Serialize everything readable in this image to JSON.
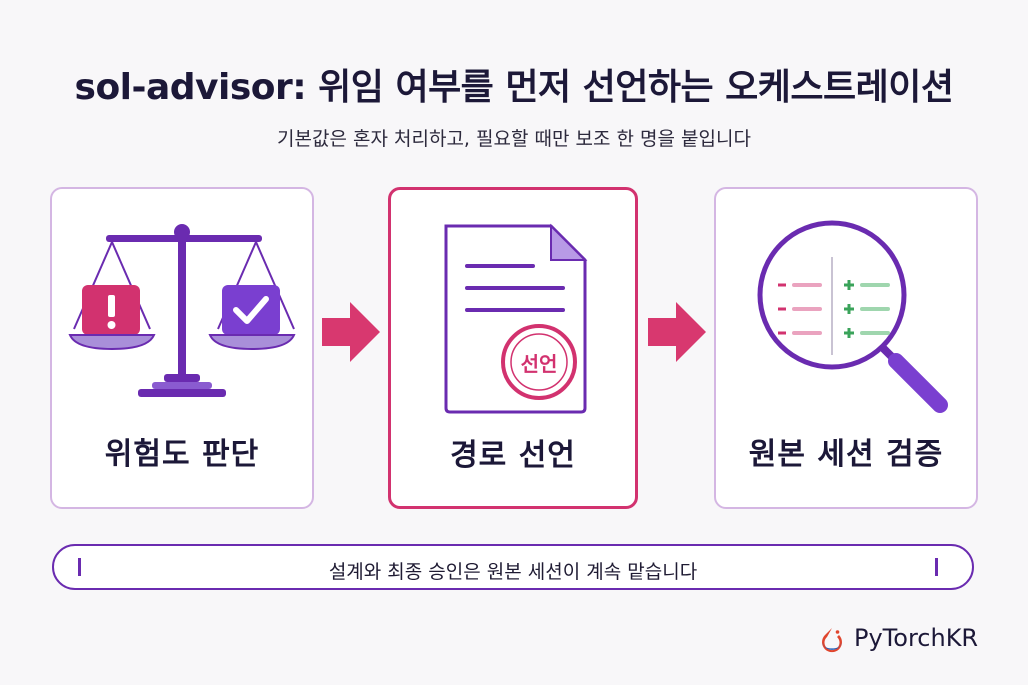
{
  "header": {
    "title": "sol-advisor: 위임 여부를 먼저 선언하는 오케스트레이션",
    "subtitle": "기본값은 혼자 처리하고, 필요할 때만 보조 한 명을 붙입니다"
  },
  "steps": [
    {
      "label": "위험도 판단",
      "icon": "scale-icon"
    },
    {
      "label": "경로 선언",
      "icon": "document-stamp-icon",
      "stamp": "선언"
    },
    {
      "label": "원본 세션 검증",
      "icon": "magnifier-diff-icon"
    }
  ],
  "footer_bar": {
    "text": "설계와 최종 승인은 원본 세션이 계속 맡습니다"
  },
  "brand": {
    "name": "PyTorchKR"
  },
  "colors": {
    "accent_pink": "#d2326f",
    "accent_purple": "#6a2bb0",
    "card_border": "#d4b6e3"
  }
}
